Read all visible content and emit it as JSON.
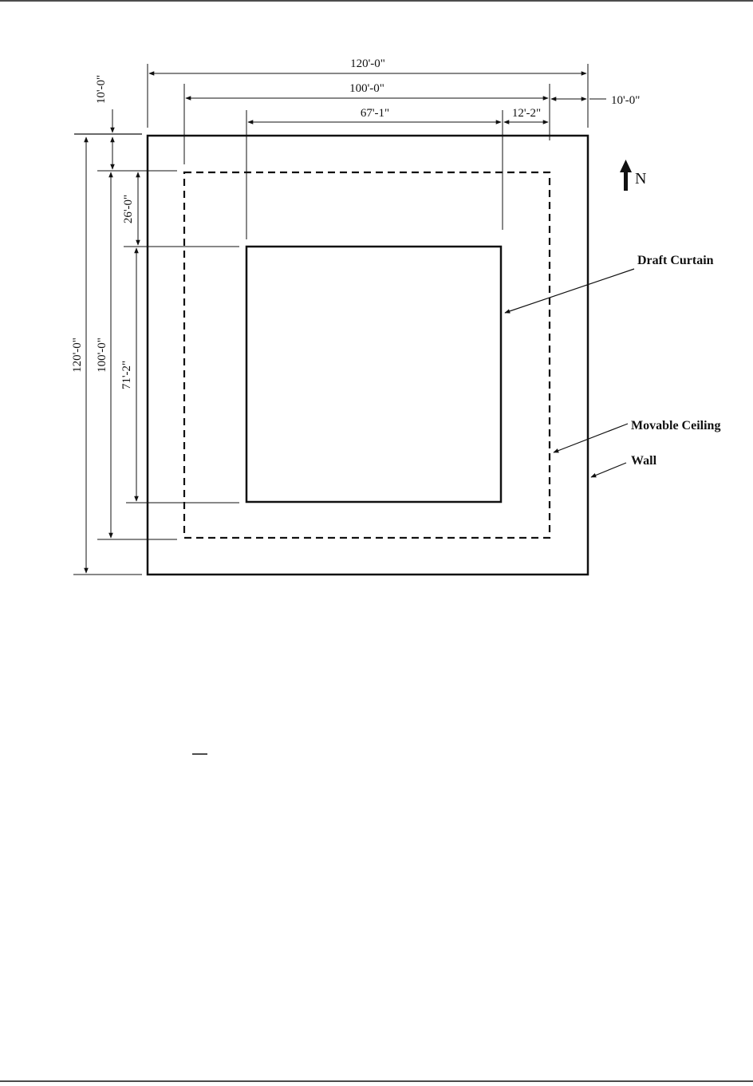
{
  "diagram": {
    "dimensions": {
      "wall_width": "120'-0\"",
      "ceiling_width": "100'-0\"",
      "curtain_width": "67'-1\"",
      "curtain_east_offset": "12'-2\"",
      "east_gap": "10'-0\"",
      "north_gap": "10'-0\"",
      "wall_height": "120'-0\"",
      "ceiling_height": "100'-0\"",
      "curtain_north_offset": "26'-0\"",
      "curtain_height": "71'-2\""
    },
    "labels": {
      "north": "N",
      "draft_curtain": "Draft Curtain",
      "movable_ceiling": "Movable Ceiling",
      "wall": "Wall"
    }
  }
}
